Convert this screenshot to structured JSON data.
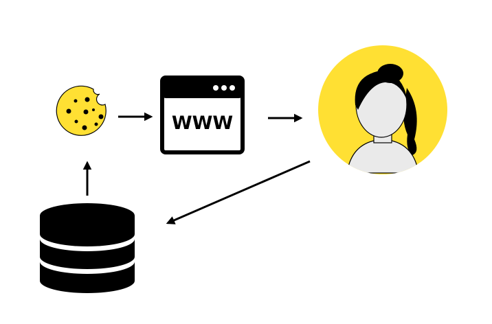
{
  "browser": {
    "address_text": "WWW"
  },
  "colors": {
    "accent_yellow": "#FFE033",
    "ink": "#000000",
    "skin": "#EAEAEA",
    "background": "#FFFFFF"
  },
  "icons": {
    "cookie": "cookie-icon",
    "browser": "browser-window-icon",
    "user": "user-avatar-icon",
    "database": "database-icon"
  },
  "flow": [
    {
      "from": "cookie",
      "to": "browser"
    },
    {
      "from": "browser",
      "to": "user"
    },
    {
      "from": "user",
      "to": "database"
    },
    {
      "from": "database",
      "to": "cookie"
    }
  ]
}
